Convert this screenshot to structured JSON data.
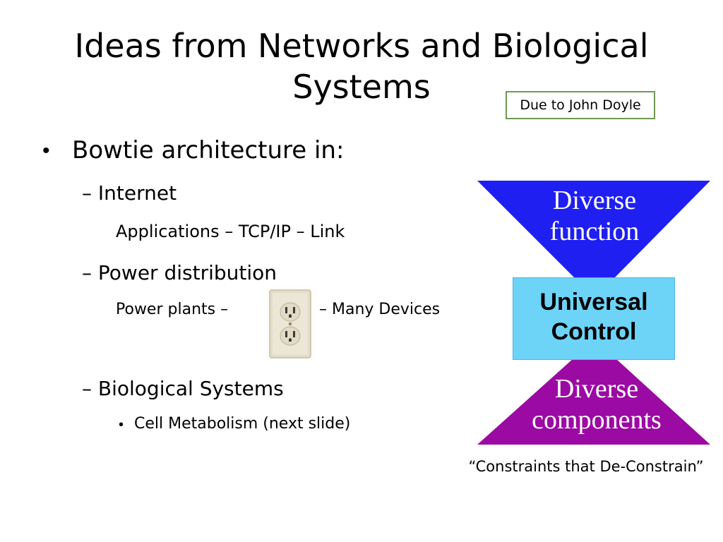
{
  "slide": {
    "title": "Ideas from Networks and Biological Systems",
    "credit": "Due to John Doyle",
    "bullet": {
      "marker": "•",
      "text": "Bowtie architecture in:"
    },
    "items": {
      "internet": {
        "label": "– Internet",
        "detail": "Applications – TCP/IP – Link"
      },
      "power": {
        "label": "– Power distribution",
        "detail_before": "Power plants –",
        "detail_after": "– Many Devices"
      },
      "bio": {
        "label": "– Biological Systems",
        "sub_marker": "•",
        "sub_item": "Cell Metabolism (next slide)"
      }
    }
  },
  "bowtie": {
    "top_label": [
      "Diverse",
      "function"
    ],
    "center_label": [
      "Universal",
      "Control"
    ],
    "bottom_label": [
      "Diverse",
      "components"
    ],
    "caption": "“Constraints that De-Constrain”",
    "colors": {
      "top": "#1f1ff2",
      "center": "#6dd3f7",
      "bottom": "#9b0aa3"
    }
  },
  "icons": {
    "outlet": "power-outlet-icon"
  }
}
